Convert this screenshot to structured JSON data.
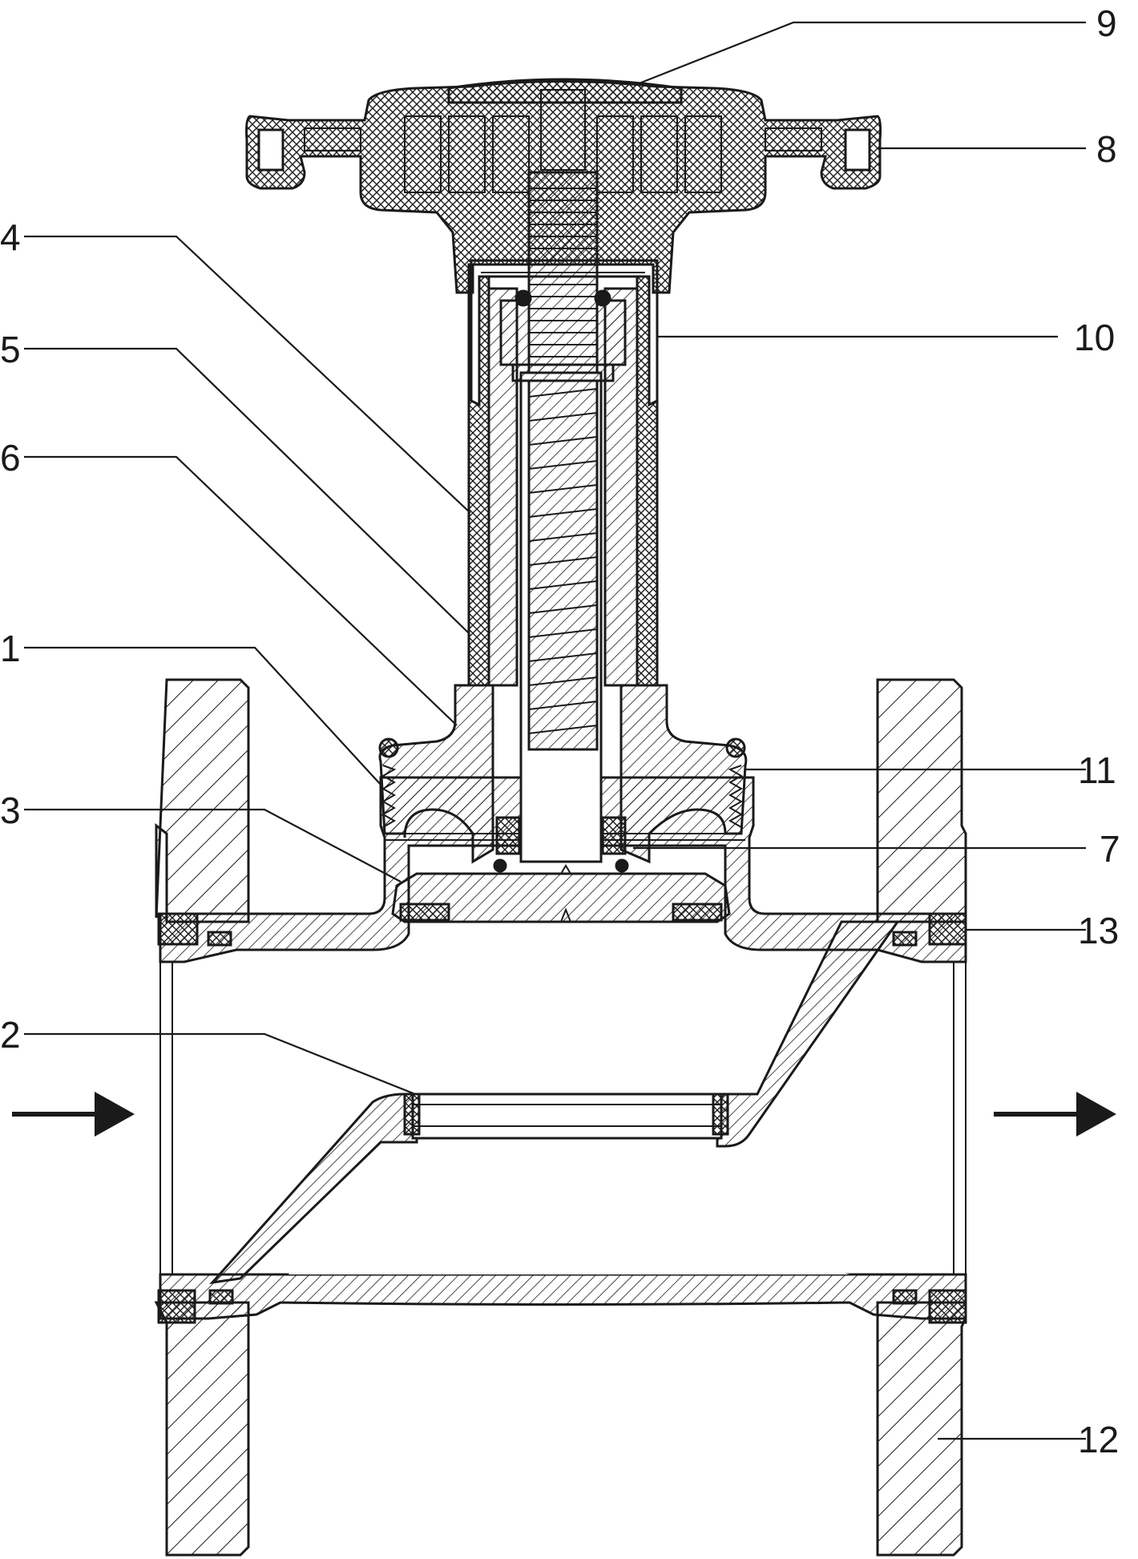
{
  "labels": [
    {
      "id": "l9",
      "text": "9"
    },
    {
      "id": "l8",
      "text": "8"
    },
    {
      "id": "l4",
      "text": "4"
    },
    {
      "id": "l10",
      "text": "10"
    },
    {
      "id": "l5",
      "text": "5"
    },
    {
      "id": "l6",
      "text": "6"
    },
    {
      "id": "l1",
      "text": "1"
    },
    {
      "id": "l11",
      "text": "11"
    },
    {
      "id": "l3",
      "text": "3"
    },
    {
      "id": "l7",
      "text": "7"
    },
    {
      "id": "l13",
      "text": "13"
    },
    {
      "id": "l2",
      "text": "2"
    },
    {
      "id": "l12",
      "text": "12"
    }
  ],
  "colors": {
    "ink": "#1a1a1a",
    "paper": "#ffffff"
  },
  "icons": {
    "flow_in": "arrow-right-icon",
    "flow_out": "arrow-right-icon"
  }
}
